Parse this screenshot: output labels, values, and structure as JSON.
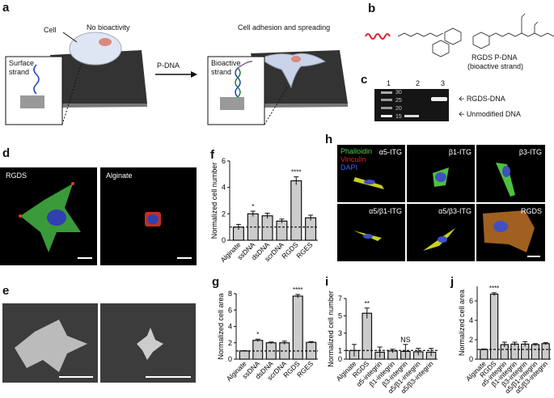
{
  "panels": {
    "a": {
      "label": "a",
      "cell": "Cell",
      "no_bioactivity": "No bioactivity",
      "surface_strand": "Surface\nstrand",
      "surface_strand_l1": "Surface",
      "surface_strand_l2": "strand",
      "arrow_label": "P-DNA",
      "adhesion": "Cell adhesion and spreading",
      "bioactive_l1": "Bioactive",
      "bioactive_l2": "strand"
    },
    "b": {
      "label": "b",
      "name": "RGDS P-DNA",
      "subtitle": "(bioactive strand)",
      "strand_color": "#e02030"
    },
    "c": {
      "label": "c",
      "lanes": [
        "1",
        "2",
        "3"
      ],
      "markers": [
        "30",
        "25",
        "20",
        "15"
      ],
      "arrow_rgds": "RGDS-DNA",
      "arrow_unmod": "Unmodified DNA"
    },
    "d": {
      "label": "d",
      "images": [
        "RGDS",
        "Alginate"
      ]
    },
    "e": {
      "label": "e"
    },
    "f": {
      "label": "f"
    },
    "g": {
      "label": "g"
    },
    "h": {
      "label": "h",
      "legend": [
        "Phalloidin",
        "Vinculin",
        "DAPI"
      ],
      "legend_colors": [
        "#4cd04c",
        "#e02020",
        "#4060ff"
      ],
      "images": [
        "α5-ITG",
        "β1-ITG",
        "β3-ITG",
        "α5/β1-ITG",
        "α5/β3-ITG",
        "RGDS"
      ]
    },
    "i": {
      "label": "i"
    },
    "j": {
      "label": "j"
    }
  },
  "chart_data": [
    {
      "id": "f",
      "type": "bar",
      "ylabel": "Normalized cell number",
      "categories": [
        "Alginate",
        "ssDNA",
        "dsDNA",
        "scrDNA",
        "RGDS",
        "RGES"
      ],
      "values": [
        1.0,
        2.0,
        1.85,
        1.45,
        4.5,
        1.7
      ],
      "errors": [
        0.2,
        0.2,
        0.2,
        0.15,
        0.3,
        0.2
      ],
      "significance": [
        "",
        "*",
        "",
        "",
        "****",
        ""
      ],
      "ylim": [
        0,
        6
      ],
      "yticks": [
        0,
        2,
        4,
        6
      ],
      "reference_line": 1,
      "bar_color": "#cccccc"
    },
    {
      "id": "g",
      "type": "bar",
      "ylabel": "Normalized cell area",
      "categories": [
        "Alginate",
        "ssDNA",
        "dsDNA",
        "scrDNA",
        "RGDS",
        "RGES"
      ],
      "values": [
        1.0,
        2.3,
        2.0,
        2.0,
        7.7,
        2.05
      ],
      "errors": [
        0.05,
        0.15,
        0.1,
        0.2,
        0.2,
        0.1
      ],
      "significance": [
        "",
        "*",
        "",
        "",
        "****",
        ""
      ],
      "ylim": [
        0,
        8
      ],
      "yticks": [
        0,
        2,
        4,
        6,
        8
      ],
      "reference_line": 1,
      "bar_color": "#cccccc"
    },
    {
      "id": "i",
      "type": "bar",
      "ylabel": "Normalized cell number",
      "categories": [
        "Alginate",
        "RGDS",
        "α5-integrin",
        "β1-integrin",
        "β3-integrin",
        "α5/β1-integrin",
        "α5/β3-integrin"
      ],
      "values": [
        1.0,
        5.3,
        0.8,
        0.95,
        0.9,
        0.85,
        0.8
      ],
      "errors": [
        0.7,
        0.6,
        0.6,
        0.2,
        0.8,
        0.4,
        0.45
      ],
      "significance": [
        "",
        "**",
        "",
        "",
        "NS",
        "",
        ""
      ],
      "ylim": [
        0,
        7
      ],
      "yticks": [
        0,
        1,
        3,
        5,
        7
      ],
      "reference_line": 1,
      "bar_color": "#cccccc"
    },
    {
      "id": "j",
      "type": "bar",
      "ylabel": "Normalized cell area",
      "categories": [
        "Alginate",
        "RGDS",
        "α5-integrin",
        "β1-integrin",
        "β3-integrin",
        "α5/β1-integrin",
        "α5/β3-integrin"
      ],
      "values": [
        1.0,
        6.7,
        1.5,
        1.55,
        1.55,
        1.5,
        1.6
      ],
      "errors": [
        0.05,
        0.15,
        0.25,
        0.2,
        0.25,
        0.1,
        0.1
      ],
      "significance": [
        "",
        "****",
        "",
        "",
        "",
        "",
        ""
      ],
      "ylim": [
        0,
        7.5
      ],
      "yticks": [
        0,
        2,
        4,
        6
      ],
      "reference_line": 1,
      "bar_color": "#cccccc"
    }
  ]
}
